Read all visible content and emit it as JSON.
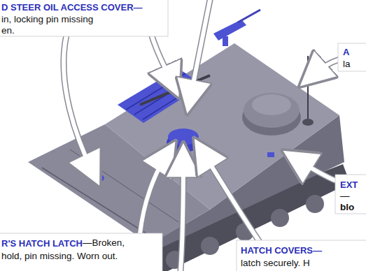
{
  "diagram": {
    "labels": [
      "D STEER OIL ACCESS COVER—",
      "in, locking pin missing",
      "en.",
      "A",
      "la",
      "EXT",
      "—",
      "blo",
      "R'S HATCH LATCH",
      "—Broken,",
      "hold, pin missing. Worn out.",
      "HATCH COVERS—",
      "latch securely. H"
    ]
  }
}
